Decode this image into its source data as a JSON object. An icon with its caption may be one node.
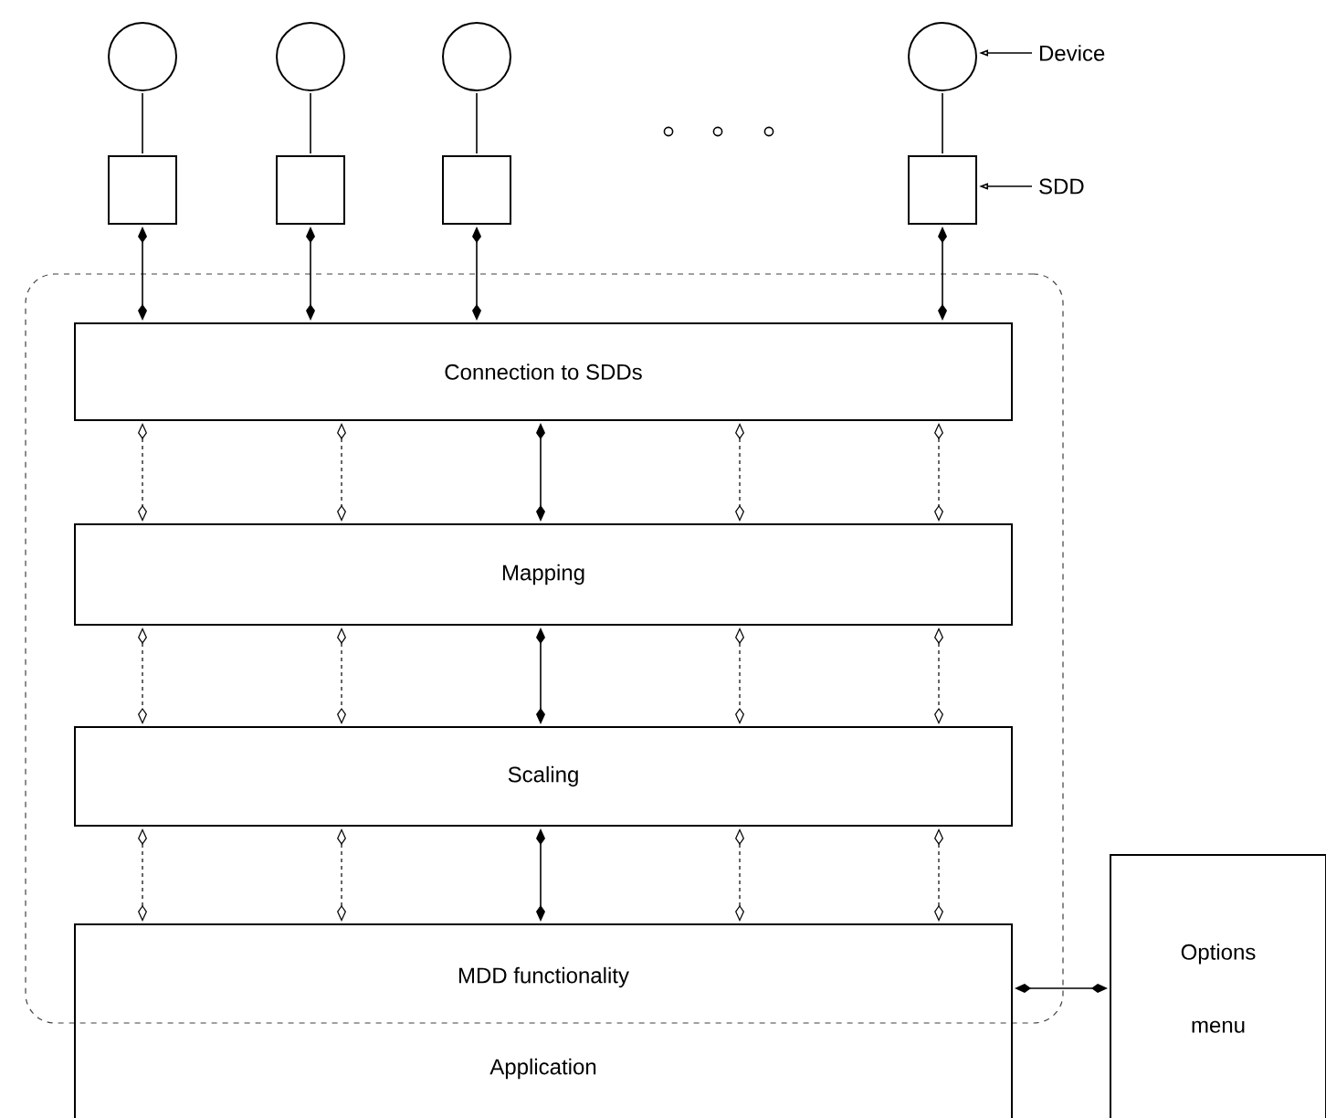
{
  "diagram": {
    "nodes": [
      {
        "text": [],
        "shape": "box"
      },
      {
        "text": [],
        "shape": "circle"
      },
      {
        "text": [],
        "shape": "circle"
      },
      {
        "text": [],
        "shape": "circle"
      },
      {
        "text": [],
        "shape": "circle"
      },
      {
        "text": [],
        "shape": "box"
      },
      {
        "text": [],
        "shape": "box"
      },
      {
        "text": [],
        "shape": "box"
      },
      {
        "text": [],
        "shape": "box"
      },
      {
        "text": [
          "Connection to SDDs"
        ],
        "in": 0
      },
      {
        "text": [
          "Mapping"
        ],
        "in": 0
      },
      {
        "text": [
          "Scaling"
        ],
        "in": 0
      },
      {
        "text": [
          "MDD functionality",
          "Application"
        ]
      },
      {
        "text": [
          "Options menu"
        ]
      },
      {
        "text": [
          "Device"
        ]
      },
      {
        "text": [
          "SDD"
        ]
      }
    ],
    "edges": [
      {
        "from": 1,
        "to": 5,
        "arrow": "none"
      },
      {
        "from": 2,
        "to": 6,
        "arrow": "none"
      },
      {
        "from": 3,
        "to": 7,
        "arrow": "none"
      },
      {
        "from": 4,
        "to": 8,
        "arrow": "none"
      },
      {
        "from": 5,
        "to": 9,
        "arrow": "both"
      },
      {
        "from": 6,
        "to": 9,
        "arrow": "both"
      },
      {
        "from": 7,
        "to": 9,
        "arrow": "both"
      },
      {
        "from": 8,
        "to": 9,
        "arrow": "both"
      },
      {
        "from": 9,
        "to": 10,
        "arrow": "both",
        "style": "dashed"
      },
      {
        "from": 9,
        "to": 10,
        "arrow": "both",
        "style": "dashed"
      },
      {
        "from": 9,
        "to": 10,
        "arrow": "both"
      },
      {
        "from": 9,
        "to": 10,
        "arrow": "both",
        "style": "dashed"
      },
      {
        "from": 9,
        "to": 10,
        "arrow": "both",
        "style": "dashed"
      },
      {
        "from": 10,
        "to": 11,
        "arrow": "both",
        "style": "dashed"
      },
      {
        "from": 10,
        "to": 11,
        "arrow": "both",
        "style": "dashed"
      },
      {
        "from": 10,
        "to": 11,
        "arrow": "both"
      },
      {
        "from": 10,
        "to": 11,
        "arrow": "both",
        "style": "dashed"
      },
      {
        "from": 10,
        "to": 11,
        "arrow": "both",
        "style": "dashed"
      },
      {
        "from": 11,
        "to": 12,
        "arrow": "both",
        "style": "dashed"
      },
      {
        "from": 11,
        "to": 12,
        "arrow": "both",
        "style": "dashed"
      },
      {
        "from": 11,
        "to": 12,
        "arrow": "both"
      },
      {
        "from": 11,
        "to": 12,
        "arrow": "both",
        "style": "dashed"
      },
      {
        "from": 11,
        "to": 12,
        "arrow": "both",
        "style": "dashed"
      },
      {
        "from": 12,
        "to": 13,
        "arrow": "both"
      },
      {
        "from": 14,
        "to": 4,
        "arrow": "to"
      },
      {
        "from": 15,
        "to": 8,
        "arrow": "to"
      }
    ]
  }
}
